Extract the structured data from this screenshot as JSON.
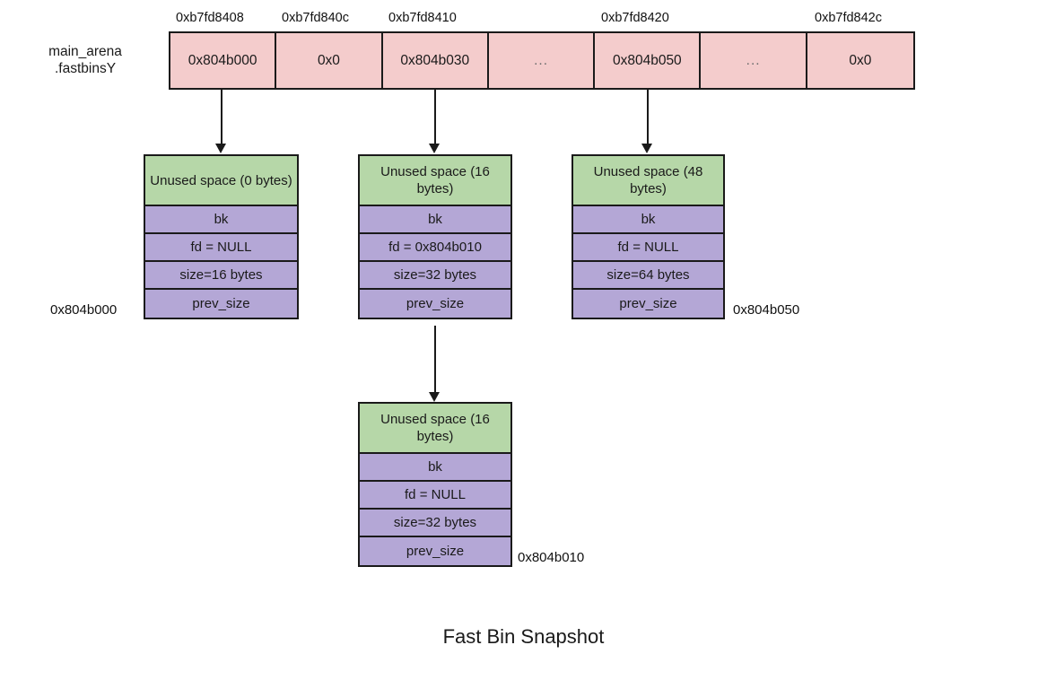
{
  "diagram": {
    "caption": "Fast Bin Snapshot",
    "arena_label": {
      "line1": "main_arena",
      "line2": ".fastbinsY"
    },
    "colors": {
      "fastbin_fill": "#f4cccc",
      "unused_fill": "#b6d7a8",
      "field_fill": "#b4a7d6",
      "stroke": "#1a1a1a",
      "background": "#ffffff"
    },
    "fastbins": {
      "address_headers": [
        {
          "label": "0xb7fd8408",
          "cell": 0
        },
        {
          "label": "0xb7fd840c",
          "cell": 1
        },
        {
          "label": "0xb7fd8410",
          "cell": 2
        },
        {
          "label": "0xb7fd8420",
          "cell": 4
        },
        {
          "label": "0xb7fd842c",
          "cell": 6
        }
      ],
      "cells": [
        {
          "value": "0x804b000",
          "ellipsis": false
        },
        {
          "value": "0x0",
          "ellipsis": false
        },
        {
          "value": "0x804b030",
          "ellipsis": false
        },
        {
          "value": "...",
          "ellipsis": true
        },
        {
          "value": "0x804b050",
          "ellipsis": false
        },
        {
          "value": "...",
          "ellipsis": true
        },
        {
          "value": "0x0",
          "ellipsis": false
        }
      ]
    },
    "chunks": [
      {
        "id": "chunk-0x804b000",
        "unused": "Unused space (0 bytes)",
        "bk": "bk",
        "fd": "fd = NULL",
        "size": "size=16 bytes",
        "prev_size": "prev_size",
        "address_label": "0x804b000"
      },
      {
        "id": "chunk-0x804b030",
        "unused": "Unused space (16 bytes)",
        "bk": "bk",
        "fd": "fd = 0x804b010",
        "size": "size=32 bytes",
        "prev_size": "prev_size",
        "address_label": ""
      },
      {
        "id": "chunk-0x804b050",
        "unused": "Unused space (48 bytes)",
        "bk": "bk",
        "fd": "fd = NULL",
        "size": "size=64 bytes",
        "prev_size": "prev_size",
        "address_label": "0x804b050"
      },
      {
        "id": "chunk-0x804b010",
        "unused": "Unused space (16 bytes)",
        "bk": "bk",
        "fd": "fd = NULL",
        "size": "size=32 bytes",
        "prev_size": "prev_size",
        "address_label": "0x804b010"
      }
    ]
  }
}
